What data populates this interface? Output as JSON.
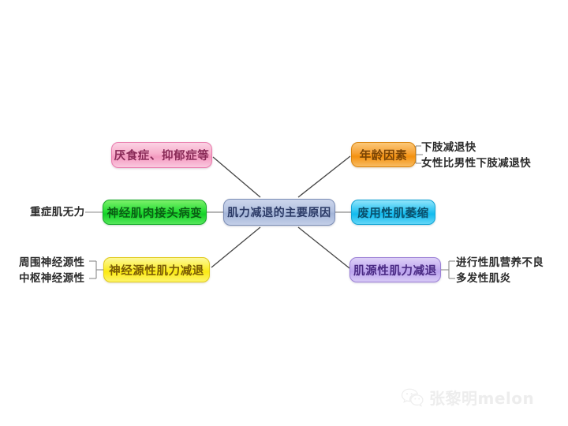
{
  "diagram": {
    "type": "mind-map",
    "center": {
      "label": "肌力减退的主要原因",
      "color": "#b4c2e0"
    },
    "branches": [
      {
        "id": "anorexia-depression",
        "label": "厌食症、抑郁症等",
        "color": "#f49ac0",
        "side": "left",
        "sublabels": []
      },
      {
        "id": "neuromuscular-junction",
        "label": "神经肌肉接头病变",
        "color": "#2ee03a",
        "side": "left",
        "sublabels": [
          "重症肌无力"
        ]
      },
      {
        "id": "neurogenic-weakness",
        "label": "神经源性肌力减退",
        "color": "#fbef3c",
        "side": "left",
        "sublabels": [
          "周围神经源性",
          "中枢神经源性"
        ]
      },
      {
        "id": "age-factor",
        "label": "年龄因素",
        "color": "#f7a337",
        "side": "right",
        "sublabels": [
          "下肢减退快",
          "女性比男性下肢减退快"
        ]
      },
      {
        "id": "disuse-atrophy",
        "label": "废用性肌萎缩",
        "color": "#34c7f3",
        "side": "right",
        "sublabels": []
      },
      {
        "id": "myogenic-weakness",
        "label": "肌源性肌力减退",
        "color": "#c5aff0",
        "side": "right",
        "sublabels": [
          "进行性肌营养不良",
          "多发性肌炎"
        ]
      }
    ]
  },
  "watermark": {
    "text": "张黎明melon",
    "icon": "wechat-icon",
    "color": "#c9c9c9"
  }
}
